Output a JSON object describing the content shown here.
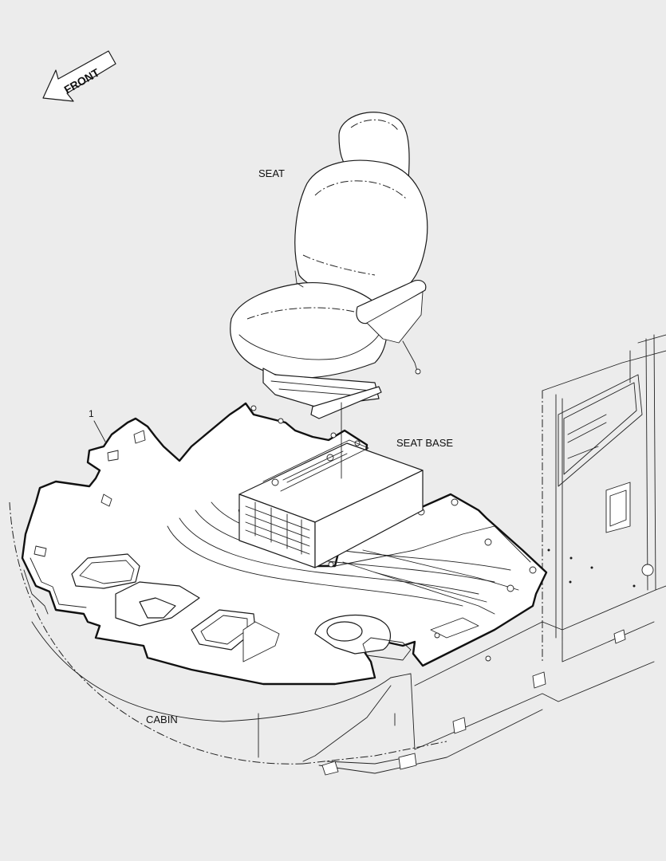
{
  "diagram": {
    "front_arrow_label": "FRONT",
    "labels": {
      "seat": "SEAT",
      "seat_base": "SEAT BASE",
      "cabin": "CABIN"
    },
    "callouts": [
      {
        "number": "1"
      }
    ],
    "colors": {
      "background": "#ececec",
      "line": "#1a1a1a"
    }
  }
}
